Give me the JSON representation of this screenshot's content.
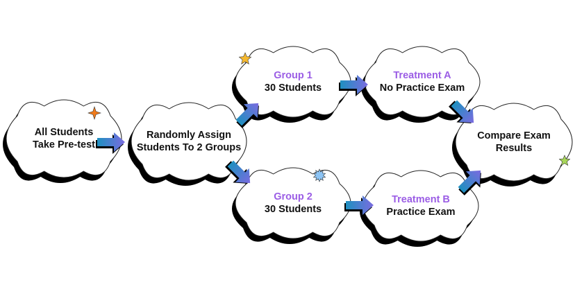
{
  "colors": {
    "accent_purple": "#9b5de5",
    "text": "#111111",
    "cloud_fill": "#ffffff",
    "cloud_shadow": "#000000",
    "arrow_start": "#1e90c0",
    "arrow_end": "#7b6be0"
  },
  "nodes": [
    {
      "id": "pretest",
      "subtitle": "",
      "lines": [
        "All Students",
        "Take Pre-test"
      ]
    },
    {
      "id": "assign",
      "subtitle": "",
      "lines": [
        "Randomly Assign",
        "Students To 2 Groups"
      ]
    },
    {
      "id": "group1",
      "subtitle": "Group 1",
      "lines": [
        "30 Students"
      ]
    },
    {
      "id": "group2",
      "subtitle": "Group 2",
      "lines": [
        "30 Students"
      ]
    },
    {
      "id": "treatmentA",
      "subtitle": "Treatment A",
      "lines": [
        "No Practice Exam"
      ]
    },
    {
      "id": "treatmentB",
      "subtitle": "Treatment B",
      "lines": [
        "Practice Exam"
      ]
    },
    {
      "id": "compare",
      "subtitle": "",
      "lines": [
        "Compare Exam",
        "Results"
      ]
    }
  ],
  "edges": [
    {
      "from": "pretest",
      "to": "assign"
    },
    {
      "from": "assign",
      "to": "group1"
    },
    {
      "from": "assign",
      "to": "group2"
    },
    {
      "from": "group1",
      "to": "treatmentA"
    },
    {
      "from": "group2",
      "to": "treatmentB"
    },
    {
      "from": "treatmentA",
      "to": "compare"
    },
    {
      "from": "treatmentB",
      "to": "compare"
    }
  ],
  "decorations": [
    {
      "shape": "four-point-star",
      "color": "#f07a1a",
      "attached_to": "pretest"
    },
    {
      "shape": "five-point-star",
      "color": "#f5b82e",
      "attached_to": "group1"
    },
    {
      "shape": "burst-star",
      "color": "#8cc4f5",
      "attached_to": "group2"
    },
    {
      "shape": "five-point-star",
      "color": "#a8d65a",
      "attached_to": "compare"
    }
  ]
}
